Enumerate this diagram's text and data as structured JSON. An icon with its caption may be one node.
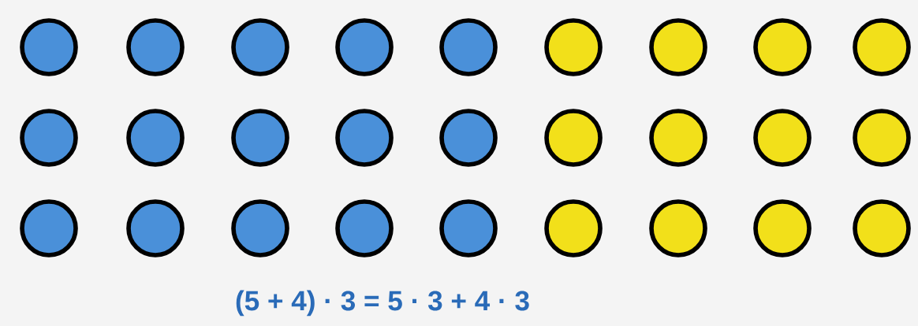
{
  "diagram": {
    "nodes": [
      {
        "text": [],
        "shape": "circle"
      },
      {
        "text": [],
        "shape": "circle"
      },
      {
        "text": [],
        "shape": "circle"
      },
      {
        "text": [],
        "shape": "circle"
      },
      {
        "text": [],
        "shape": "circle"
      },
      {
        "text": [],
        "shape": "circle"
      },
      {
        "text": [],
        "shape": "circle"
      },
      {
        "text": [],
        "shape": "circle"
      },
      {
        "text": [],
        "shape": "circle"
      },
      {
        "text": [],
        "shape": "circle"
      },
      {
        "text": [],
        "shape": "circle"
      },
      {
        "text": [],
        "shape": "circle"
      },
      {
        "text": [],
        "shape": "circle"
      },
      {
        "text": [],
        "shape": "circle"
      },
      {
        "text": [],
        "shape": "circle"
      },
      {
        "text": [],
        "shape": "circle"
      },
      {
        "text": [],
        "shape": "circle"
      },
      {
        "text": [],
        "shape": "circle"
      },
      {
        "text": [],
        "shape": "circle"
      },
      {
        "text": [],
        "shape": "circle"
      },
      {
        "text": [],
        "shape": "circle"
      },
      {
        "text": [],
        "shape": "circle"
      },
      {
        "text": [],
        "shape": "circle"
      },
      {
        "text": [],
        "shape": "circle"
      },
      {
        "text": [],
        "shape": "circle"
      },
      {
        "text": [],
        "shape": "circle"
      },
      {
        "text": [],
        "shape": "circle"
      }
    ],
    "labels": [
      "(5 + 4) · 3 = 5 · 3 + 4 · 3"
    ]
  }
}
